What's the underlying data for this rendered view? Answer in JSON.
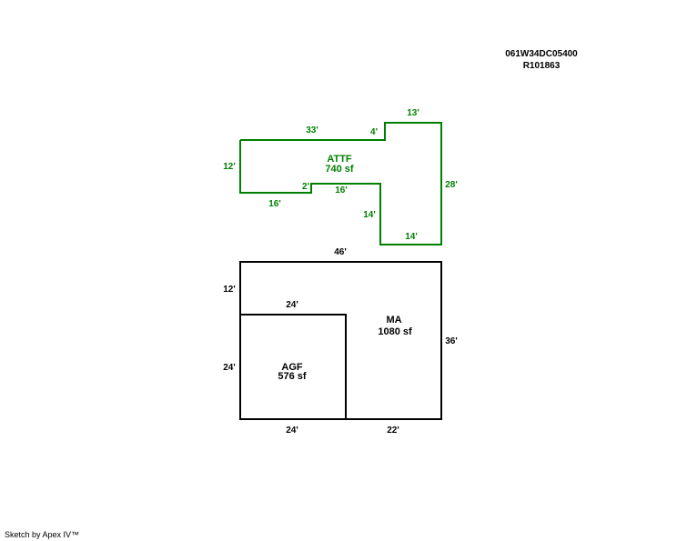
{
  "header": {
    "parcel_id": "061W34DC05400",
    "account_id": "R101863"
  },
  "colors": {
    "attic": "#008000",
    "main": "#000000"
  },
  "attic": {
    "name": "ATTF",
    "area": "740 sf",
    "dims": {
      "top_left": "33'",
      "top_step": "4'",
      "top_right": "13'",
      "left": "12'",
      "right": "28'",
      "bottom_left": "16'",
      "notch": "2'",
      "mid": "16'",
      "inner_vertical": "14'",
      "bottom_right": "14'"
    }
  },
  "main": {
    "name": "MA",
    "area": "1080 sf",
    "dims": {
      "top": "46'",
      "left_upper": "12'",
      "right": "36'",
      "bottom_right": "22'"
    }
  },
  "garage": {
    "name": "AGF",
    "area": "576 sf",
    "dims": {
      "top": "24'",
      "left": "24'",
      "bottom": "24'"
    }
  },
  "footer": {
    "credit": "Sketch by Apex IV™"
  }
}
